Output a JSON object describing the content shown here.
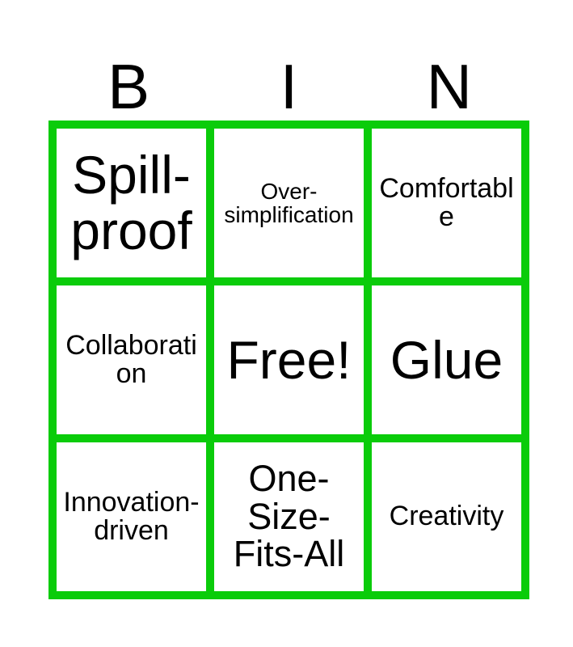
{
  "card": {
    "title_letters": [
      "B",
      "I",
      "N"
    ],
    "grid_color": "#0ACC0A",
    "cell_color": "#FFFFFF",
    "text_color": "#000000",
    "columns": 3,
    "rows": 3,
    "cells": [
      {
        "label": "Spill-proof",
        "size": "xl",
        "free_space": false
      },
      {
        "label": "Over-simplification",
        "size": "xs",
        "free_space": false
      },
      {
        "label": "Comfortable",
        "size": "sm",
        "free_space": false
      },
      {
        "label": "Collaboration",
        "size": "sm",
        "free_space": false
      },
      {
        "label": "Free!",
        "size": "xl",
        "free_space": true
      },
      {
        "label": "Glue",
        "size": "xl",
        "free_space": false
      },
      {
        "label": "Innovation-driven",
        "size": "sm",
        "free_space": false
      },
      {
        "label": "One-Size-Fits-All",
        "size": "md",
        "free_space": false
      },
      {
        "label": "Creativity",
        "size": "sm",
        "free_space": false
      }
    ]
  }
}
